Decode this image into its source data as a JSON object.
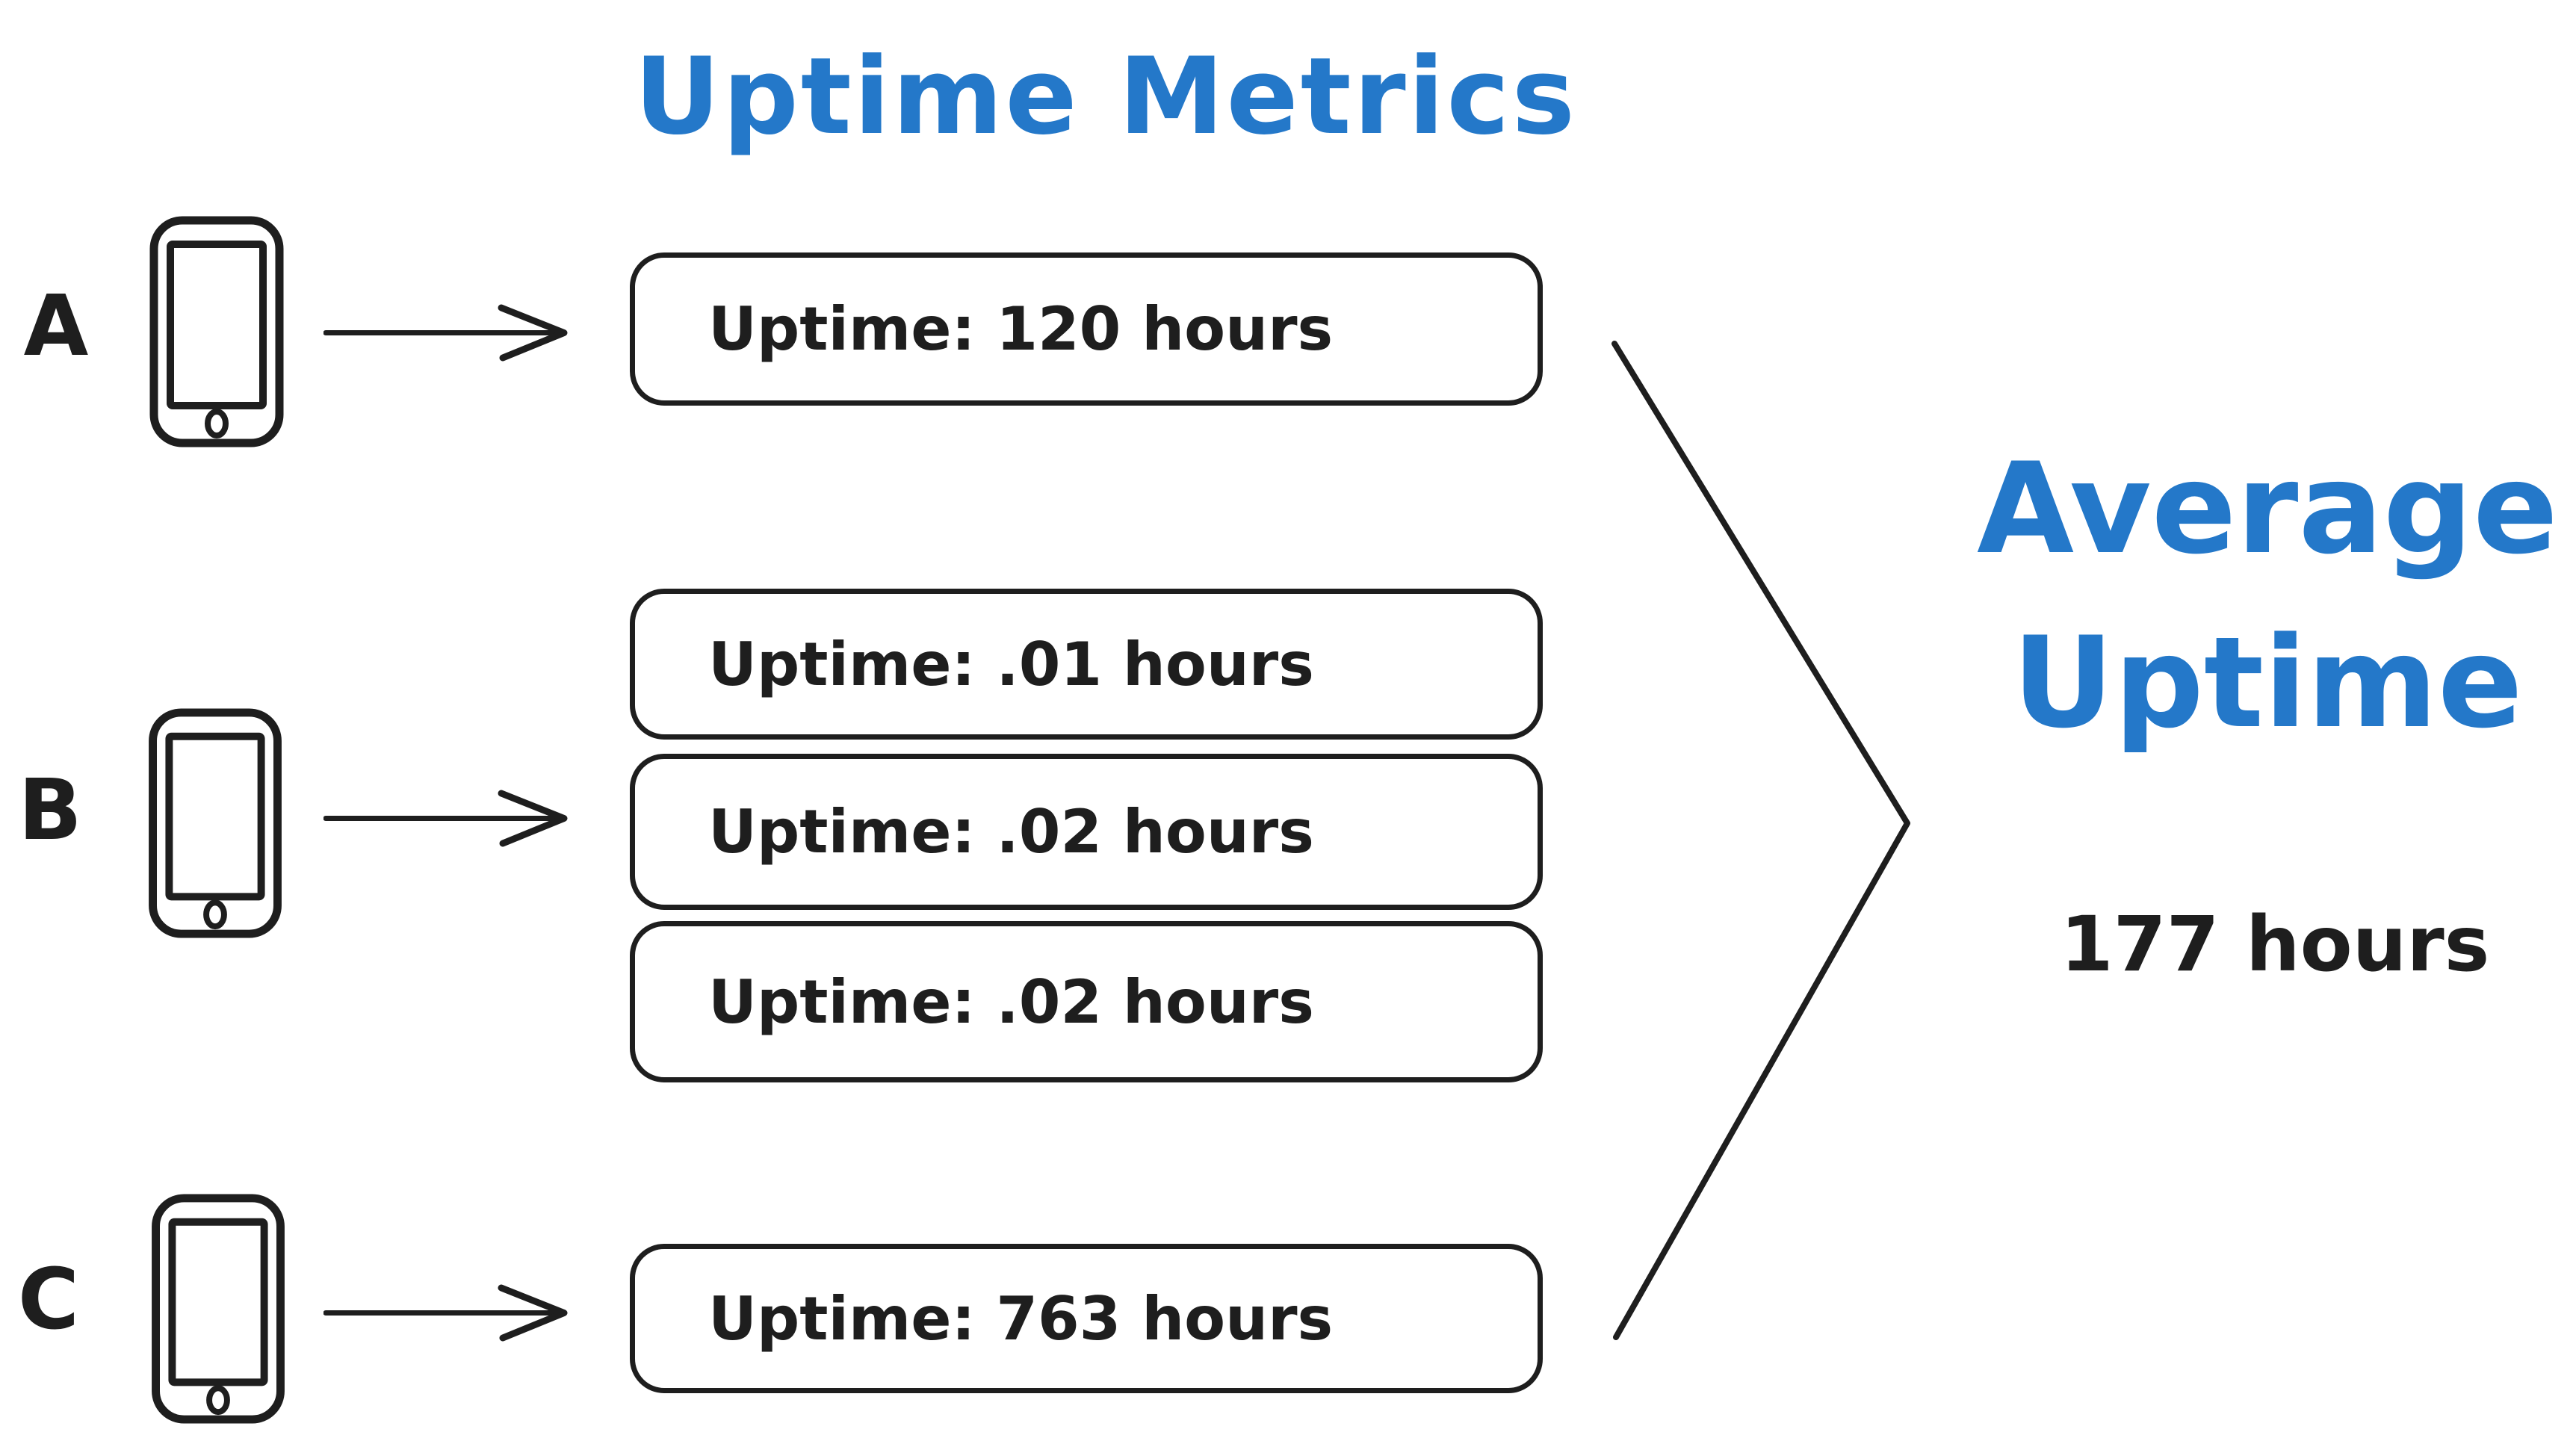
{
  "title": "Uptime Metrics",
  "colors": {
    "accent_blue": "#2478c9",
    "ink_black": "#1e1e1e",
    "background": "#ffffff"
  },
  "devices": [
    {
      "label": "A"
    },
    {
      "label": "B"
    },
    {
      "label": "C"
    }
  ],
  "metric_boxes": [
    {
      "device": "A",
      "text": "Uptime: 120 hours"
    },
    {
      "device": "B",
      "text": "Uptime: .01 hours"
    },
    {
      "device": "B",
      "text": "Uptime: .02 hours"
    },
    {
      "device": "B",
      "text": "Uptime: .02 hours"
    },
    {
      "device": "C",
      "text": "Uptime: 763 hours"
    }
  ],
  "result": {
    "title_lines": [
      "Average",
      "Uptime"
    ],
    "value": "177 hours"
  },
  "icons": {
    "device": "smartphone-icon",
    "flow": "arrow-right-icon",
    "merge": "converge-chevron-icon"
  }
}
